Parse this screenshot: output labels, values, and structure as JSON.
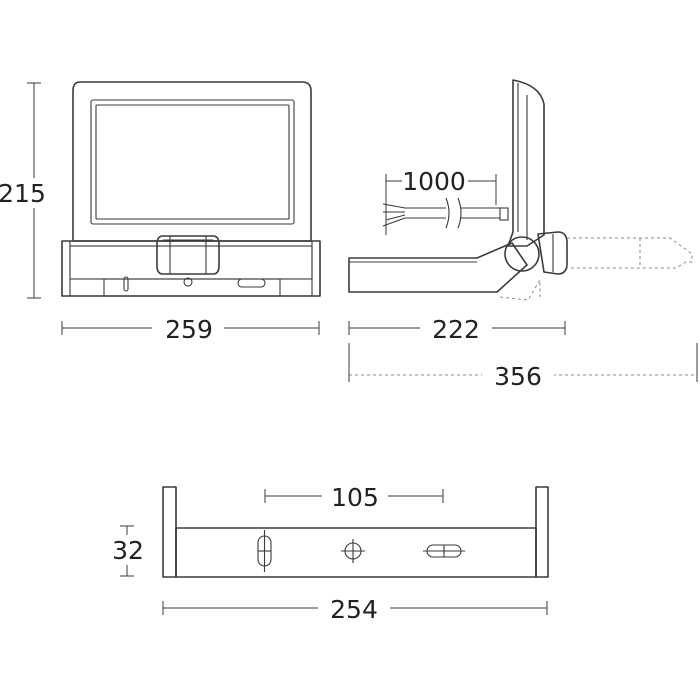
{
  "dimensions": {
    "front_height": "215",
    "front_width": "259",
    "cable_length": "1000",
    "side_depth": "222",
    "side_depth_extended": "356",
    "bracket_hole_spacing": "105",
    "bracket_height": "32",
    "bracket_width": "254"
  },
  "colors": {
    "outline": "#3a3a3a",
    "hidden_line": "#8a8a8a",
    "background": "#ffffff"
  }
}
